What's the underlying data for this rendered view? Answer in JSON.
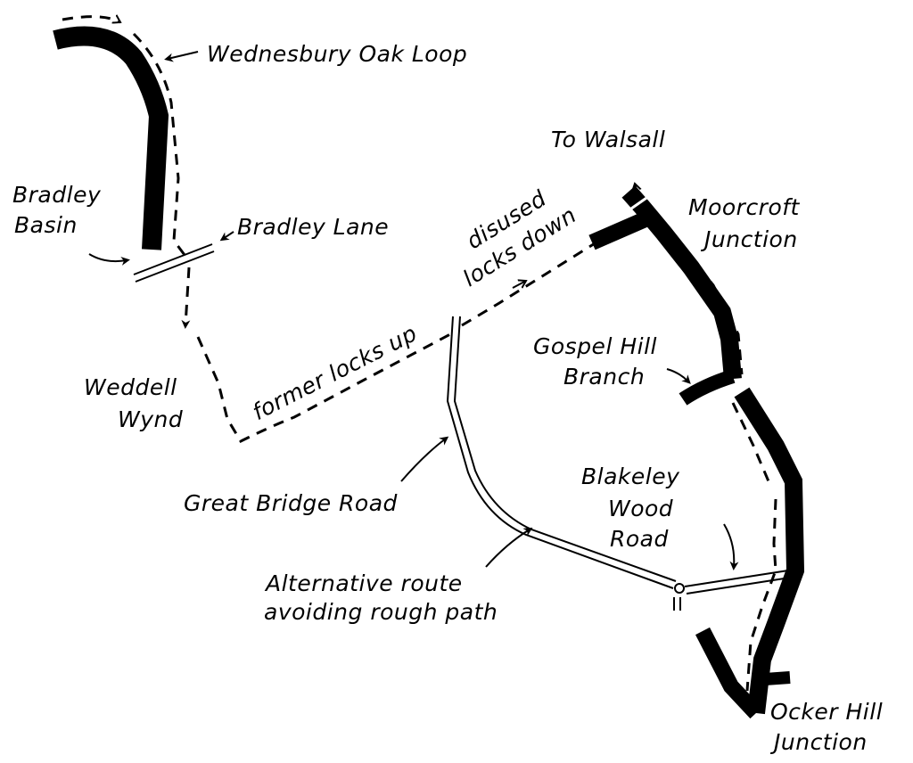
{
  "map": {
    "colors": {
      "canal": "#000000",
      "road": "#000000",
      "background": "#ffffff"
    },
    "labels": {
      "wednesbury_oak_loop": "Wednesbury Oak Loop",
      "bradley_basin_1": "Bradley",
      "bradley_basin_2": "Basin",
      "bradley_lane": "Bradley Lane",
      "to_walsall": "To Walsall",
      "moorcroft_1": "Moorcroft",
      "moorcroft_2": "Junction",
      "disused_locks_1": "disused",
      "disused_locks_2": "locks down",
      "weddell_wynd_1": "Weddell",
      "weddell_wynd_2": "Wynd",
      "former_locks_up": "former locks up",
      "gospel_hill_1": "Gospel Hill",
      "gospel_hill_2": "Branch",
      "great_bridge_road": "Great Bridge Road",
      "blakeley_1": "Blakeley",
      "blakeley_2": "Wood",
      "blakeley_3": "Road",
      "alternative_1": "Alternative route",
      "alternative_2": "avoiding rough path",
      "ocker_hill_1": "Ocker Hill",
      "ocker_hill_2": "Junction"
    }
  }
}
